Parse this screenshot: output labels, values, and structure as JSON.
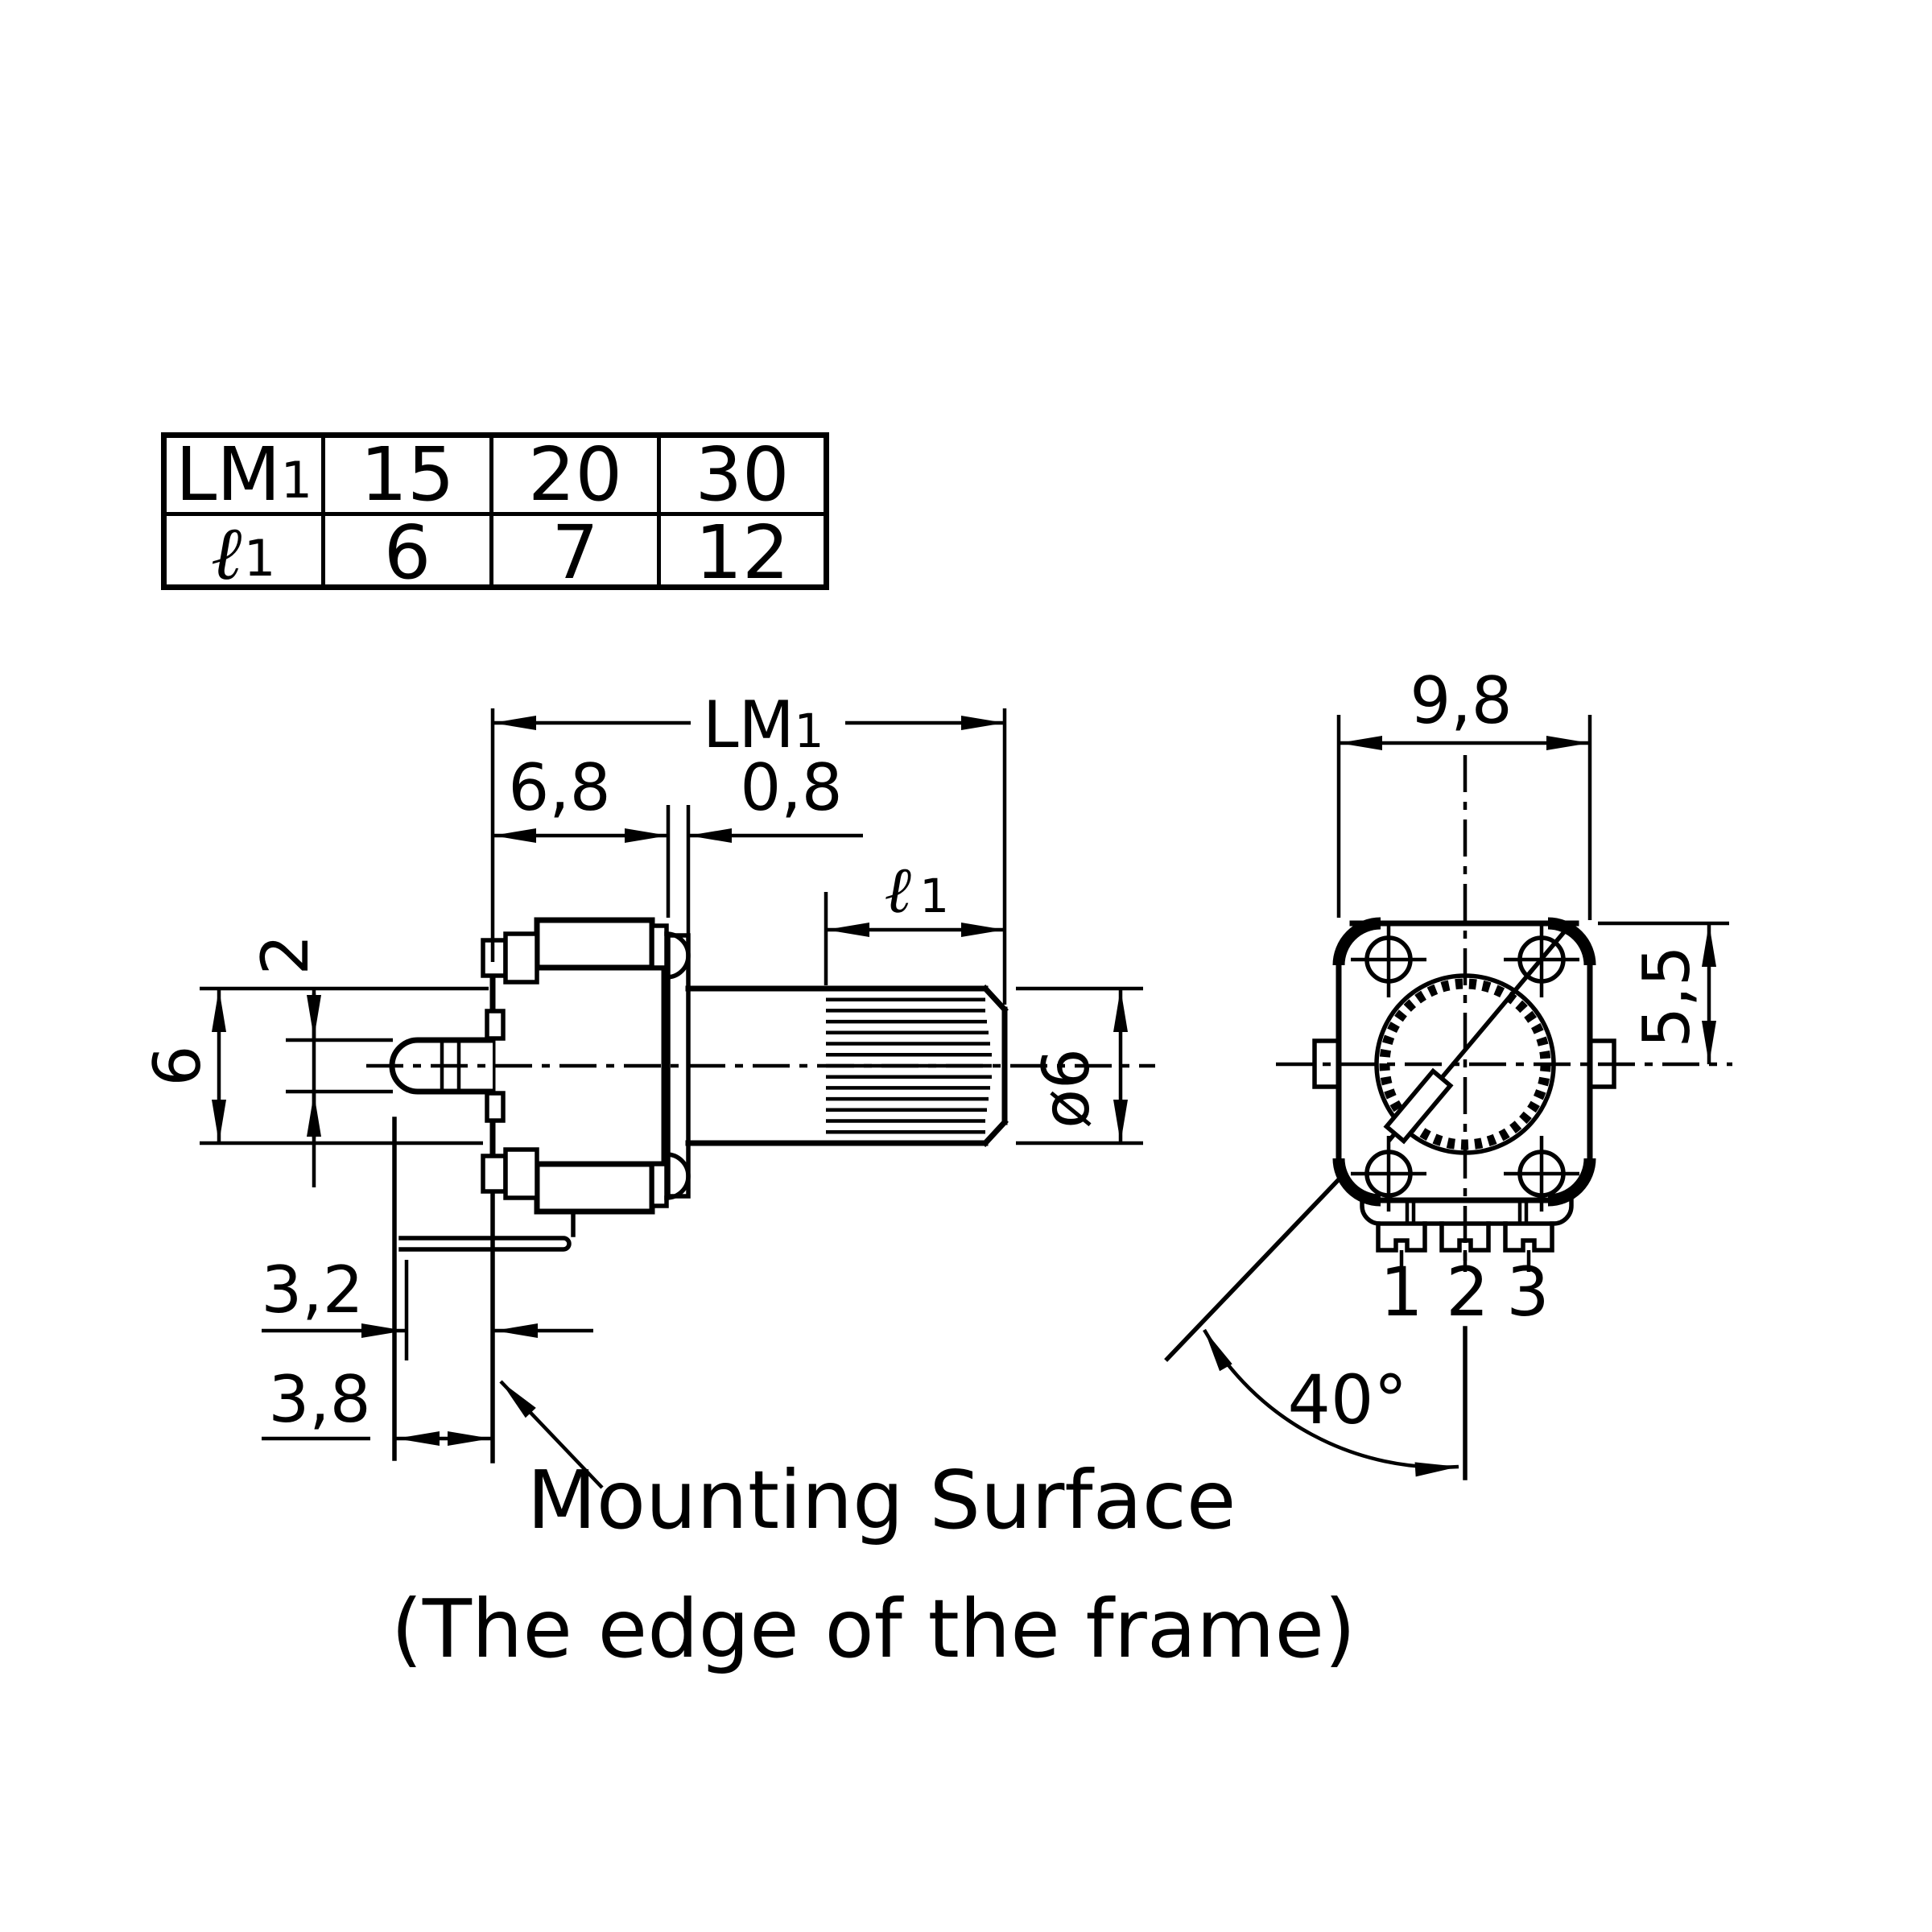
{
  "colors": {
    "line": "#000000",
    "background": "#ffffff"
  },
  "table": {
    "rows": [
      {
        "label_main": "LM",
        "label_sub": "1",
        "values": [
          "15",
          "20",
          "30"
        ]
      },
      {
        "label_main": "ℓ",
        "label_sub": "1",
        "values": [
          "6",
          "7",
          "12"
        ]
      }
    ]
  },
  "side_view": {
    "dims": {
      "lm1_main": "LM",
      "lm1_sub": "1",
      "width_6_8": "6,8",
      "width_0_8": "0,8",
      "l1_main": "ℓ",
      "l1_sub": "1",
      "pin_thickness": "2",
      "shaft_span": "6",
      "offset_3_2": "3,2",
      "offset_3_8": "3,8",
      "shaft_diameter": "ø6"
    },
    "note_line1": "Mounting Surface",
    "note_line2": "(The edge of the frame)"
  },
  "front_view": {
    "dims": {
      "body_width": "9,8",
      "center_offset": "5,5",
      "slot_angle": "40°"
    },
    "terminals": [
      "1",
      "2",
      "3"
    ]
  }
}
